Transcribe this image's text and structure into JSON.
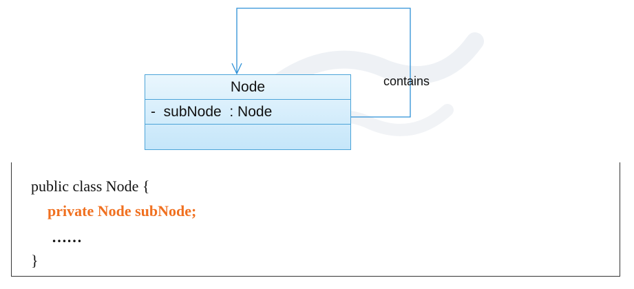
{
  "uml": {
    "class_name": "Node",
    "attribute": "-  subNode  : Node",
    "association_label": "contains"
  },
  "colors": {
    "class_border": "#4aa3d8",
    "class_fill_top": "#e9f6fd",
    "class_fill_bottom": "#c5e6fa",
    "association_line": "#2b8fd6",
    "highlight_code": "#f07020"
  },
  "code": {
    "line1": "public class Node {",
    "line2": "private Node subNode;",
    "line3": "……",
    "line4": "}"
  }
}
